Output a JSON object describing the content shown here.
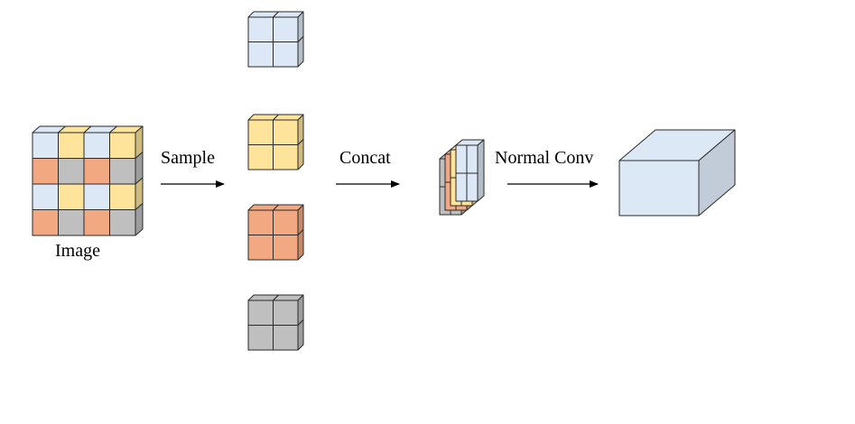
{
  "labels": {
    "image": "Image",
    "sample": "Sample",
    "concat": "Concat",
    "normal_conv": "Normal Conv"
  },
  "colors": {
    "blue": "#dce8f5",
    "yellow": "#fde49a",
    "orange": "#f2a880",
    "gray": "#bfbfbf",
    "edge": "#2a2a2a"
  },
  "image_grid": [
    [
      "blue",
      "yellow",
      "blue",
      "yellow"
    ],
    [
      "orange",
      "gray",
      "orange",
      "gray"
    ],
    [
      "blue",
      "yellow",
      "blue",
      "yellow"
    ],
    [
      "orange",
      "gray",
      "orange",
      "gray"
    ]
  ],
  "sampled_patches": [
    "blue",
    "yellow",
    "orange",
    "gray"
  ],
  "concat_layers": [
    "gray",
    "orange",
    "yellow",
    "blue"
  ]
}
